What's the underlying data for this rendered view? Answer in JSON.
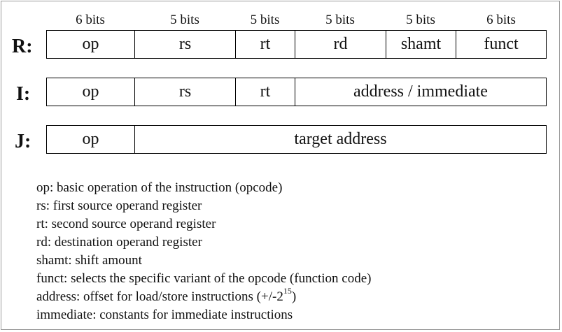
{
  "bit_widths": [
    "6 bits",
    "5 bits",
    "5 bits",
    "5 bits",
    "5 bits",
    "6 bits"
  ],
  "formats": {
    "r": {
      "label": "R:",
      "fields": [
        "op",
        "rs",
        "rt",
        "rd",
        "shamt",
        "funct"
      ]
    },
    "i": {
      "label": "I:",
      "fields": [
        "op",
        "rs",
        "rt",
        "address / immediate"
      ]
    },
    "j": {
      "label": "J:",
      "fields": [
        "op",
        "target address"
      ]
    }
  },
  "legend": {
    "op": "op: basic operation of the instruction (opcode)",
    "rs": "rs:  first source operand register",
    "rt": "rt:  second source operand register",
    "rd": "rd: destination operand register",
    "shamt": "shamt: shift amount",
    "funct": "funct:  selects the specific variant of the opcode (function code)",
    "address_prefix": "address: offset for load/store instructions (+/-2",
    "address_exponent": "15",
    "address_suffix": ")",
    "immediate": "immediate: constants for immediate instructions"
  }
}
